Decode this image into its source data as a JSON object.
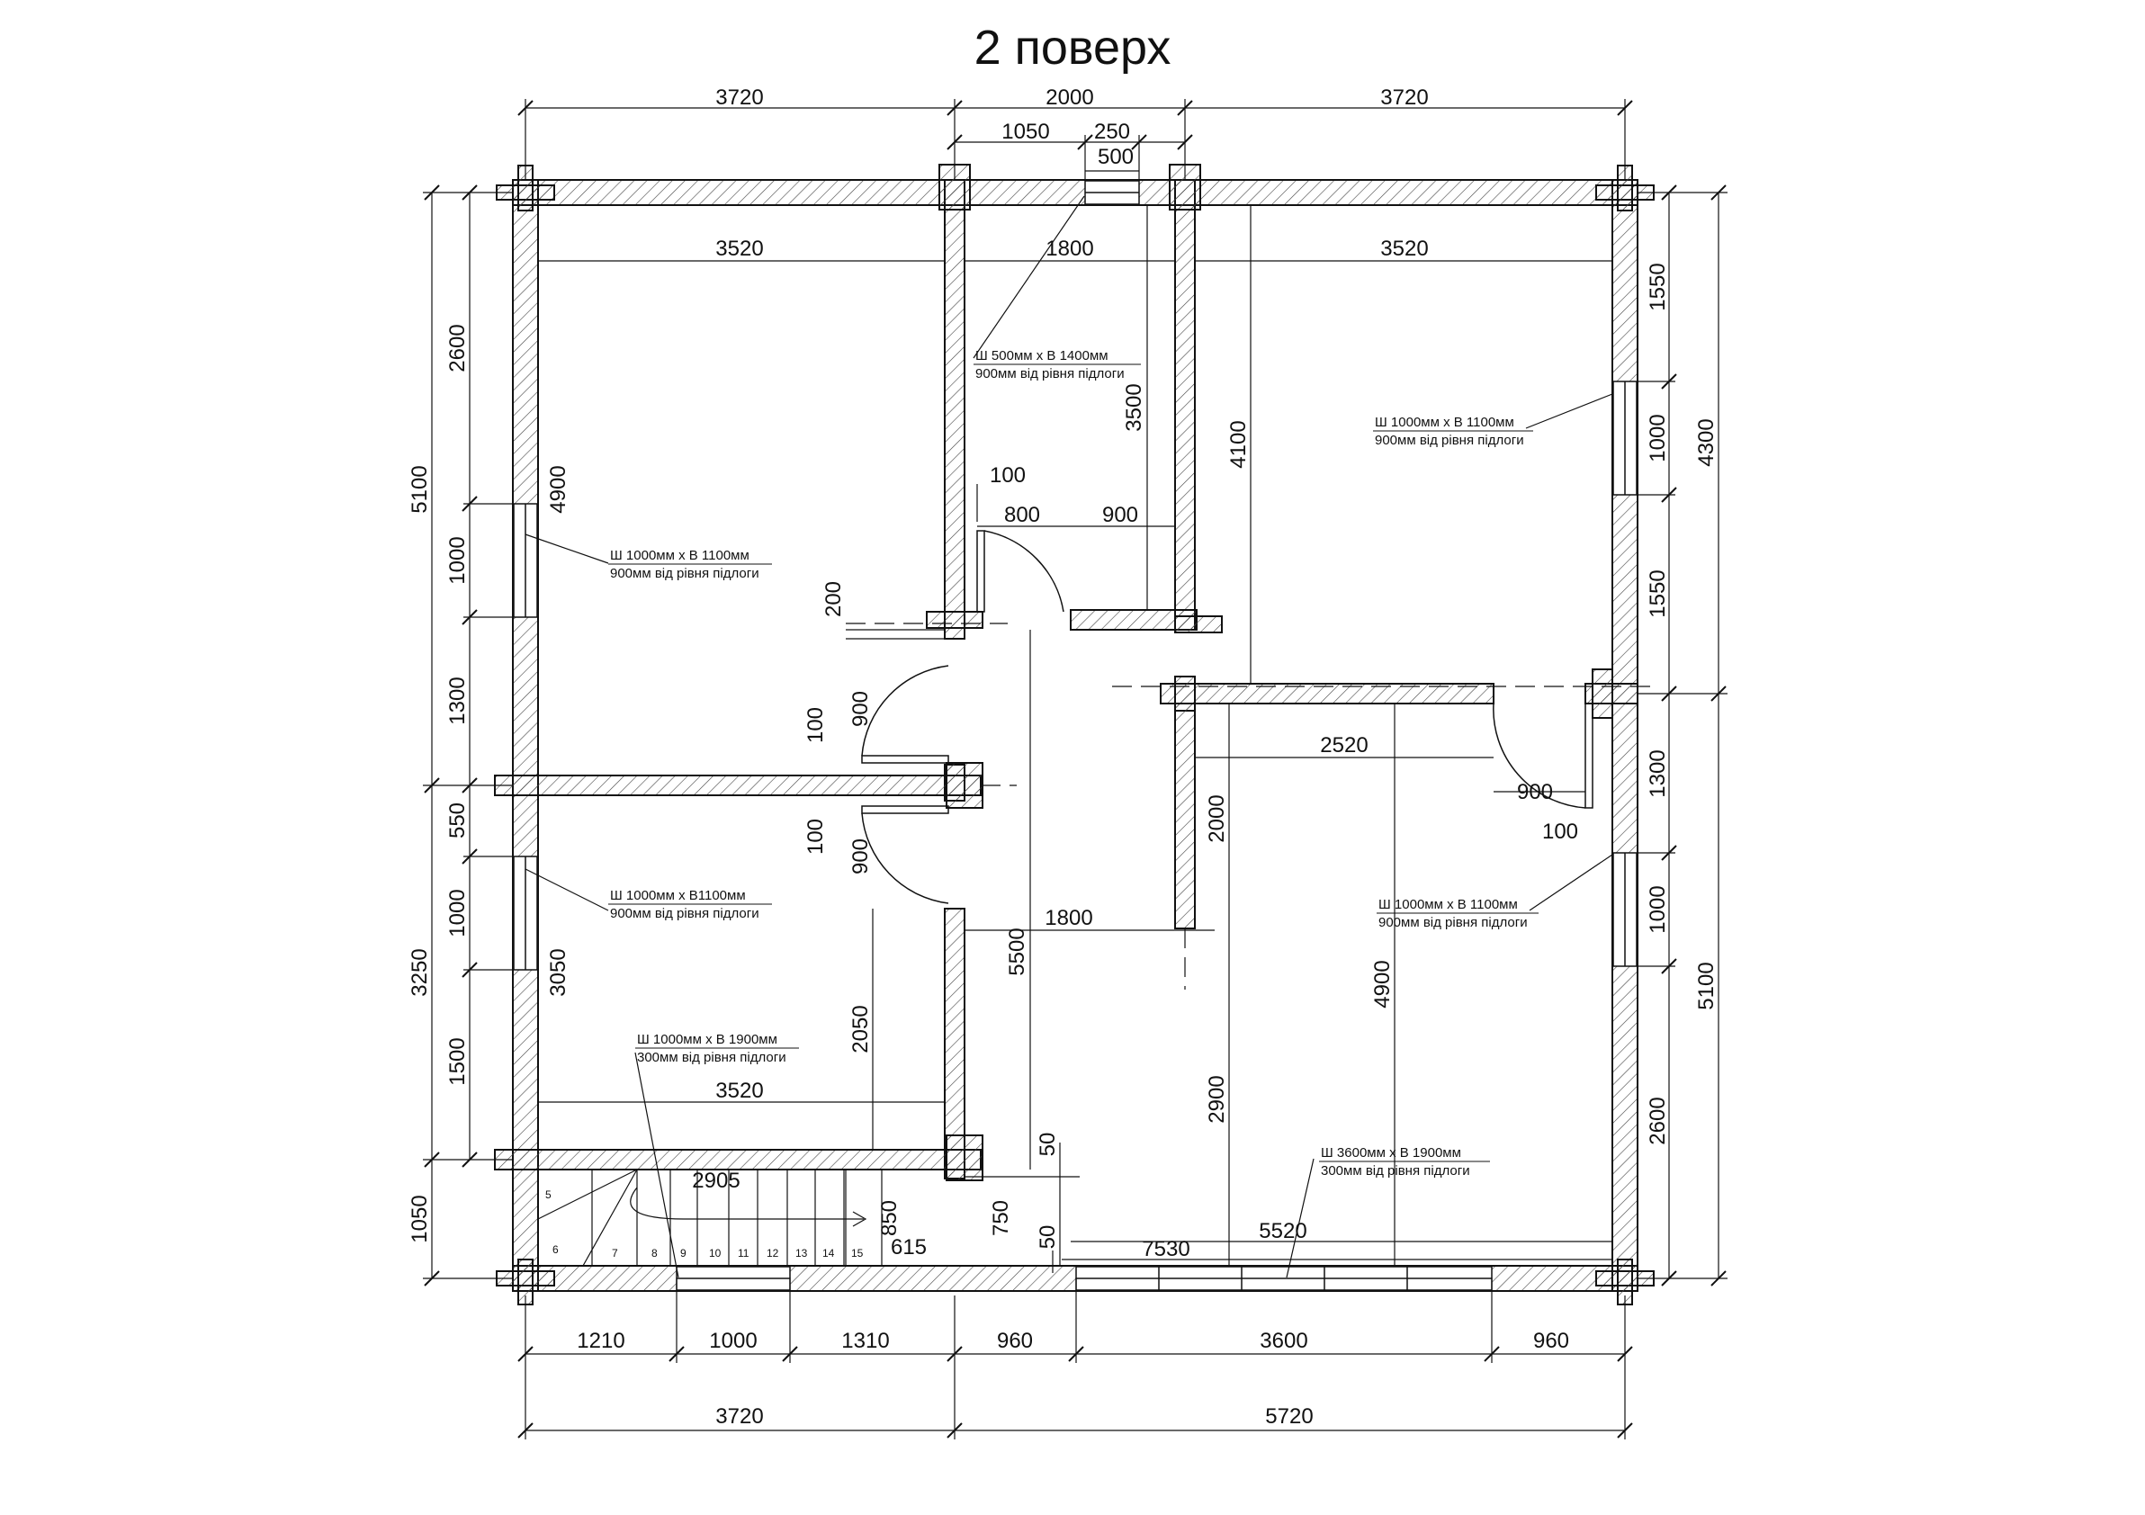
{
  "title": "2 поверх",
  "colors": {
    "wall_fill": "#ffffff",
    "hatch": "#444444",
    "line": "#111111",
    "background": "#ffffff"
  },
  "dimensions": {
    "top": {
      "left": "3720",
      "middle": "2000",
      "right": "3720",
      "sub_1050": "1050",
      "sub_250": "250",
      "sub_500": "500"
    },
    "inner_top": {
      "left": "3520",
      "middle": "1800",
      "right": "3520"
    },
    "left_outer": {
      "total_upper": "5100",
      "total_lower": "3250",
      "bottom": "1050"
    },
    "left_inner": {
      "top": "2600",
      "window1": "1000",
      "mid": "1300",
      "s550": "550",
      "window2": "1000",
      "s1500": "1500"
    },
    "left_rooms": {
      "upper": "4900",
      "lower": "3050"
    },
    "hall": {
      "d100a": "100",
      "d800": "800",
      "d900a": "900",
      "d3500": "3500",
      "d200": "200",
      "d900b": "900",
      "d100b": "100",
      "d100c": "100",
      "d900c": "900",
      "d2050": "2050",
      "d5500": "5500",
      "d1800": "1800",
      "d50a": "50",
      "d750": "750",
      "d50b": "50"
    },
    "right_outer": {
      "upper": "4300",
      "lower": "5100"
    },
    "right_inner": {
      "s1550a": "1550",
      "window": "1000",
      "s1550b": "1550",
      "s1300": "1300",
      "window2": "1000",
      "s2600": "2600"
    },
    "right_rooms": {
      "d4100": "4100",
      "d2520": "2520",
      "d900": "900",
      "d100": "100",
      "d2000": "2000",
      "d4900": "4900",
      "d2900": "2900",
      "d5520": "5520",
      "d7530": "7530"
    },
    "lower_left": {
      "d3520": "3520",
      "d2905": "2905",
      "d850": "850",
      "d615": "615"
    },
    "bottom": {
      "b1210": "1210",
      "b1000": "1000",
      "b1310": "1310",
      "b960a": "960",
      "b3600": "3600",
      "b960b": "960",
      "total_left": "3720",
      "total_right": "5720"
    }
  },
  "window_notes": {
    "top_small": {
      "line1": "Ш 500мм  х В 1400мм",
      "line2": "900мм від рівня підлоги"
    },
    "right_upper": {
      "line1": "Ш 1000мм  х В 1100мм",
      "line2": "900мм від рівня підлоги"
    },
    "left_upper": {
      "line1": "Ш 1000мм  х В 1100мм",
      "line2": "900мм від рівня підлоги"
    },
    "left_lower": {
      "line1": "Ш 1000мм  х В1100мм",
      "line2": "900мм від рівня підлоги"
    },
    "right_lower": {
      "line1": "Ш 1000мм  х В 1100мм",
      "line2": "900мм від рівня підлоги"
    },
    "stair_window": {
      "line1": "Ш 1000мм  х В 1900мм",
      "line2": "300мм від рівня підлоги"
    },
    "big_window": {
      "line1": "Ш 3600мм  х В 1900мм",
      "line2": "300мм від рівня підлоги"
    }
  },
  "stair_steps": [
    "5",
    "6",
    "7",
    "8",
    "9",
    "10",
    "11",
    "12",
    "13",
    "14",
    "15"
  ]
}
